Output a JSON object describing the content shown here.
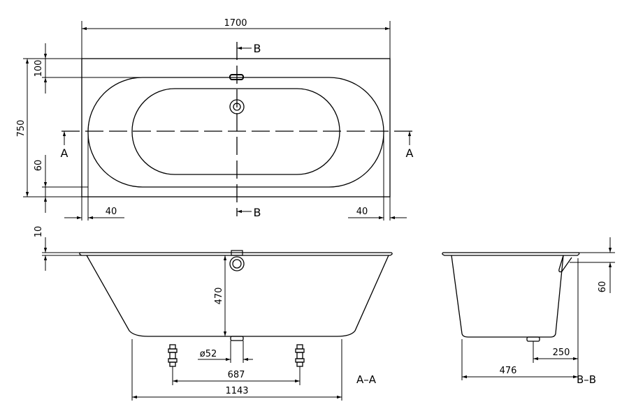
{
  "dimensions": {
    "overall_length": "1700",
    "overall_width": "750",
    "top_rim": "100",
    "bottom_rim": "60",
    "side_left": "40",
    "side_right": "40",
    "rim_thickness": "10",
    "depth": "470",
    "drain_diameter": "ø52",
    "feet_spacing": "687",
    "base_length": "1143",
    "side_depth": "60",
    "drain_offset": "250",
    "base_width": "476"
  },
  "section_marks": {
    "a_left": "A",
    "a_right": "A",
    "b_top": "B",
    "b_bottom": "B"
  },
  "view_labels": {
    "section_aa": "A–A",
    "section_bb": "B–B"
  }
}
